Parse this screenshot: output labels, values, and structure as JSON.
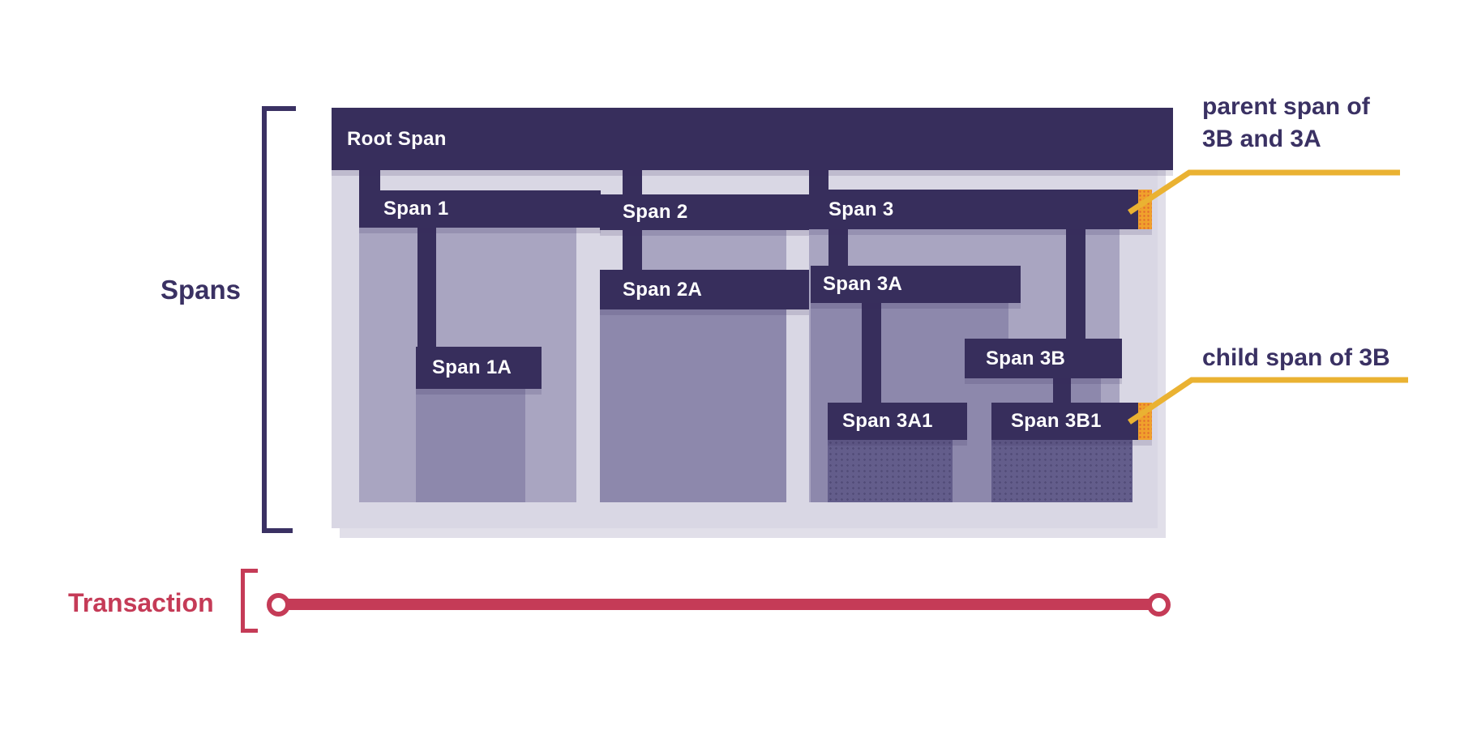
{
  "labels": {
    "spans": "Spans",
    "transaction": "Transaction"
  },
  "bars": {
    "root": "Root Span",
    "span1": "Span 1",
    "span1a": "Span 1A",
    "span2": "Span 2",
    "span2a": "Span 2A",
    "span3": "Span 3",
    "span3a": "Span 3A",
    "span3a1": "Span 3A1",
    "span3b": "Span 3B",
    "span3b1": "Span 3B1"
  },
  "annotations": {
    "parent": {
      "line1": "parent span of",
      "line2": "3B and 3A"
    },
    "child": {
      "text": "child span of 3B"
    }
  },
  "colors": {
    "bar": "#372E5C",
    "container": "#D9D7E4",
    "fill1": "#A9A5C1",
    "fill2": "#8D88AC",
    "fill3": "#635D8B",
    "orange": "#F0A12C",
    "yellow": "#EAB232",
    "crimson": "#C53B57",
    "navy": "#3A3163"
  }
}
